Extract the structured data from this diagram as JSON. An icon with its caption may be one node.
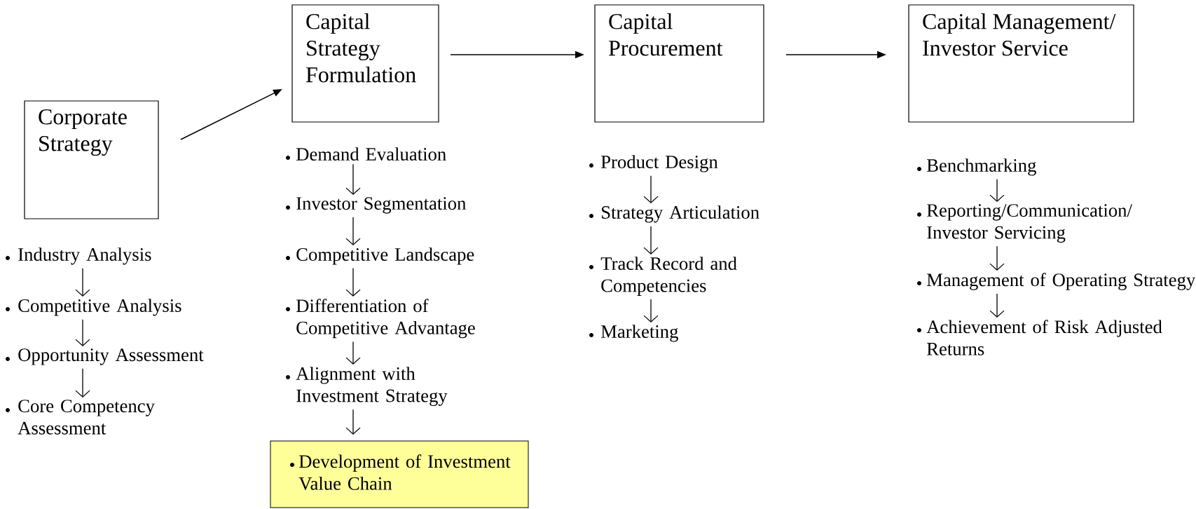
{
  "diagram": {
    "nodes": [
      {
        "text": [
          "Corporate Strategy"
        ]
      },
      {
        "text": [
          "Capital Strategy Formulation"
        ]
      },
      {
        "text": [
          "Capital Procurement"
        ]
      },
      {
        "text": [
          "Capital Management/ Investor Service"
        ]
      },
      {
        "text": [
          "Industry Analysis"
        ]
      },
      {
        "text": [
          "Competitive Analysis"
        ]
      },
      {
        "text": [
          "Opportunity Assessment"
        ]
      },
      {
        "text": [
          "Core Competency Assessment"
        ]
      },
      {
        "text": [
          "Demand Evaluation"
        ]
      },
      {
        "text": [
          "Investor Segmentation"
        ]
      },
      {
        "text": [
          "Competitive Landscape"
        ]
      },
      {
        "text": [
          "Differentiation of Competitive Advantage"
        ]
      },
      {
        "text": [
          "Alignment with Investment Strategy"
        ]
      },
      {
        "text": [
          "Development of Investment Value Chain"
        ]
      },
      {
        "text": [
          "Product Design"
        ]
      },
      {
        "text": [
          "Strategy Articulation"
        ]
      },
      {
        "text": [
          "Track Record and Competencies"
        ]
      },
      {
        "text": [
          "Marketing"
        ]
      },
      {
        "text": [
          "Benchmarking"
        ]
      },
      {
        "text": [
          "Reporting/Communication/ Investor Servicing"
        ]
      },
      {
        "text": [
          "Management of Operating Strategy"
        ]
      },
      {
        "text": [
          "Achievement of Risk Adjusted Returns"
        ]
      }
    ],
    "edges": [
      {
        "from": 0,
        "to": 1,
        "arrow": "to"
      },
      {
        "from": 1,
        "to": 2,
        "arrow": "to"
      },
      {
        "from": 2,
        "to": 3,
        "arrow": "to"
      },
      {
        "from": 4,
        "to": 5,
        "arrow": "to"
      },
      {
        "from": 5,
        "to": 6,
        "arrow": "to"
      },
      {
        "from": 6,
        "to": 7,
        "arrow": "to"
      },
      {
        "from": 8,
        "to": 9,
        "arrow": "to"
      },
      {
        "from": 9,
        "to": 10,
        "arrow": "to"
      },
      {
        "from": 10,
        "to": 11,
        "arrow": "to"
      },
      {
        "from": 11,
        "to": 12,
        "arrow": "to"
      },
      {
        "from": 12,
        "to": 13,
        "arrow": "to"
      },
      {
        "from": 14,
        "to": 15,
        "arrow": "to"
      },
      {
        "from": 15,
        "to": 16,
        "arrow": "to"
      },
      {
        "from": 16,
        "to": 17,
        "arrow": "to"
      },
      {
        "from": 18,
        "to": 19,
        "arrow": "to"
      },
      {
        "from": 19,
        "to": 20,
        "arrow": "to"
      },
      {
        "from": 20,
        "to": 21,
        "arrow": "to"
      }
    ]
  }
}
